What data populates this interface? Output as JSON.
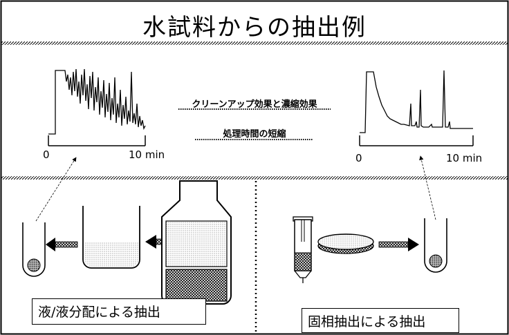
{
  "title": "水試料からの抽出例",
  "annotations": {
    "cleanup": "クリーンアップ効果と濃縮効果",
    "time": "処理時間の短縮"
  },
  "chromatograms": {
    "left": {
      "x_start": "0",
      "x_end": "10 min"
    },
    "right": {
      "x_start": "0",
      "x_end": "10 min"
    }
  },
  "methods": {
    "lle": "液/液分配による抽出",
    "spe": "固相抽出による抽出"
  }
}
